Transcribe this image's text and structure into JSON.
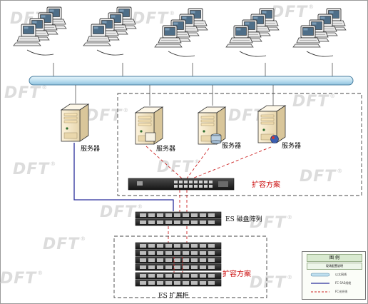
{
  "labels": {
    "server": "服务器",
    "expansion": "扩容方案",
    "es_array": "ES 磁盘阵列",
    "es_cabinet": "ES 扩展柜"
  },
  "watermark": {
    "text": "DFT",
    "mark": "®"
  },
  "legend": {
    "title": "图 例",
    "subtitle": "现场配置说明",
    "items": [
      {
        "label": "以太网线"
      },
      {
        "label": "FC SAS线缆"
      },
      {
        "label": "FC光纤线"
      }
    ]
  },
  "colors": {
    "network_bar": "#bfe0f0",
    "fc_line": "#2b2f9c",
    "expansion_line": "#cc2222",
    "server_body": "#f2eee0",
    "server_highlight": "#f4d9a6"
  },
  "icons": {
    "workstation": "desktop-computer-icon",
    "server": "tower-server-icon",
    "switch": "fc-switch-icon",
    "storage": "disk-array-icon"
  }
}
